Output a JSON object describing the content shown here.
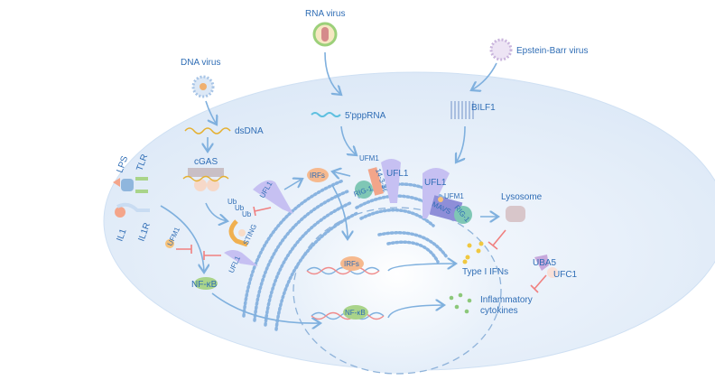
{
  "viruses": {
    "rna": "RNA virus",
    "dna": "DNA virus",
    "ebv": "Epstein-Barr virus"
  },
  "nucleic_acids": {
    "dsdna": "dsDNA",
    "rna5ppp": "5'pppRNA"
  },
  "receptors": {
    "bilf1": "BILF1",
    "lps": "LPS",
    "tlr": "TLR",
    "il1": "IL1",
    "il1r": "IL1R"
  },
  "proteins": {
    "cgas": "cGAS",
    "sting": "STING",
    "ub1": "Ub",
    "ub2": "Ub",
    "ub3": "Ub",
    "ufl1_a": "UFL1",
    "ufl1_b": "UFL1",
    "ufl1_c": "UFL1",
    "ufl1_d": "UFL1",
    "ufm1_a": "UFM1",
    "ufm1_b": "UFM1",
    "ufm1_c": "UFM1",
    "rig1_a": "RIG-1",
    "rig1_b": "RIG-1",
    "p1433": "14-3-3ε",
    "mavs": "MAVS",
    "irfs_a": "IRFs",
    "irfs_b": "IRFs",
    "nfkb_a": "NF-κB",
    "nfkb_b": "NF-κB",
    "uba5": "UBA5",
    "ufc1": "UFC1"
  },
  "outputs": {
    "lysosome": "Lysosome",
    "ifn": "Type I IFNs",
    "cyto1": "Inflammatory",
    "cyto2": "cytokines"
  },
  "colors": {
    "label": "#2f6db5",
    "arrow": "#7fb0de",
    "inhibit": "#f08080",
    "cell": "#e3eefa",
    "ufl1": "#b8b2f0"
  }
}
